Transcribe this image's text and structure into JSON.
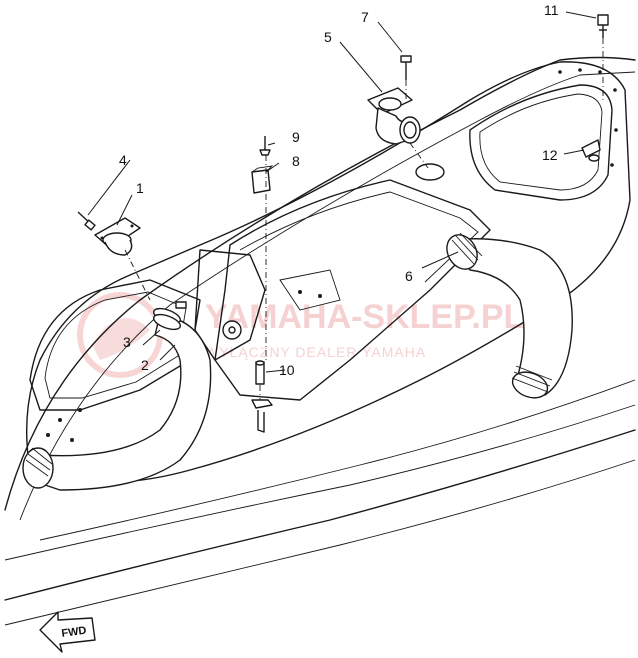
{
  "diagram": {
    "callouts": [
      "1",
      "2",
      "3",
      "4",
      "5",
      "6",
      "7",
      "8",
      "9",
      "10",
      "11",
      "12"
    ],
    "direction_label": "FWD",
    "watermark": {
      "brand": "YAMAHA-SKLEP.PL",
      "tagline": "WYŁĄCZNY DEALER YAMAHA"
    }
  }
}
